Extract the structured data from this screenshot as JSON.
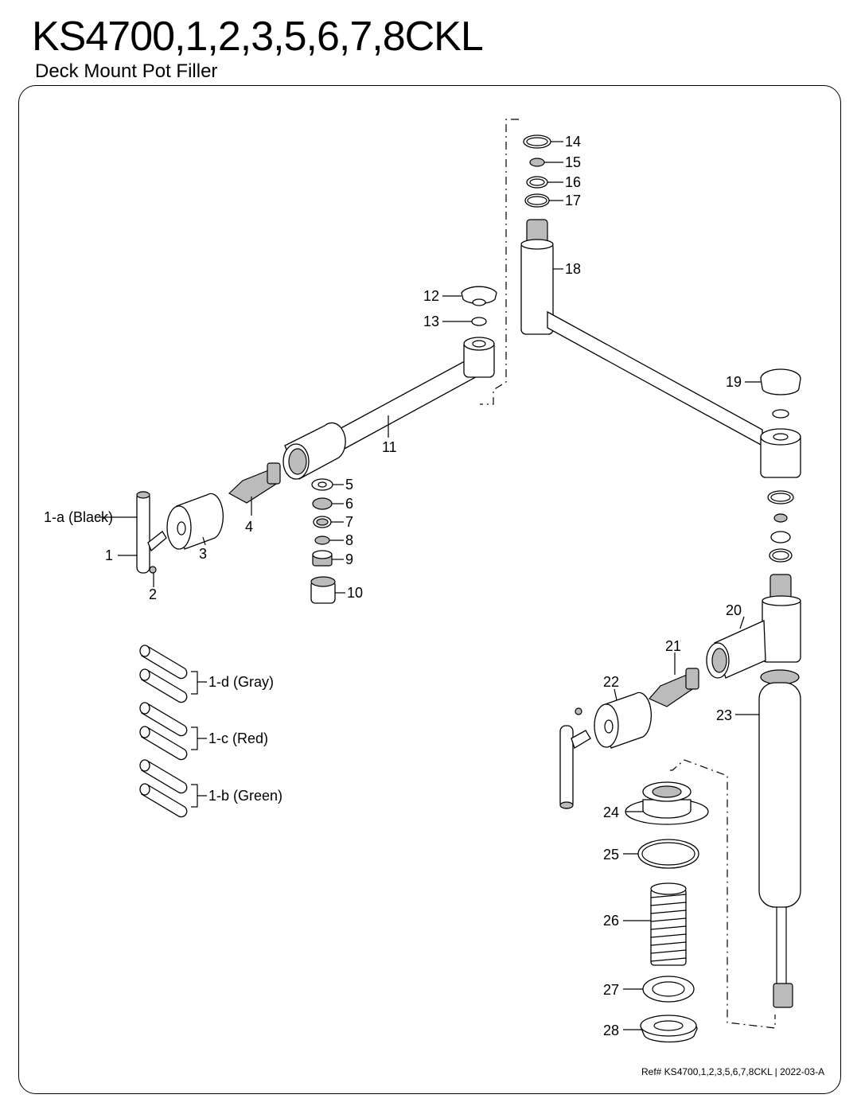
{
  "title": "KS4700,1,2,3,5,6,7,8CKL",
  "subtitle": "Deck Mount Pot Filler",
  "reference": "Ref# KS4700,1,2,3,5,6,7,8CKL | 2022-03-A",
  "callouts": {
    "c1a": "1-a (Black)",
    "c1": "1",
    "c2": "2",
    "c3": "3",
    "c4": "4",
    "c5": "5",
    "c6": "6",
    "c7": "7",
    "c8": "8",
    "c9": "9",
    "c10": "10",
    "c11": "11",
    "c12": "12",
    "c13": "13",
    "c14": "14",
    "c15": "15",
    "c16": "16",
    "c17": "17",
    "c18": "18",
    "c19": "19",
    "c20": "20",
    "c21": "21",
    "c22": "22",
    "c23": "23",
    "c24": "24",
    "c25": "25",
    "c26": "26",
    "c27": "27",
    "c28": "28",
    "c1d": "1-d (Gray)",
    "c1c": "1-c (Red)",
    "c1b": "1-b (Green)"
  }
}
